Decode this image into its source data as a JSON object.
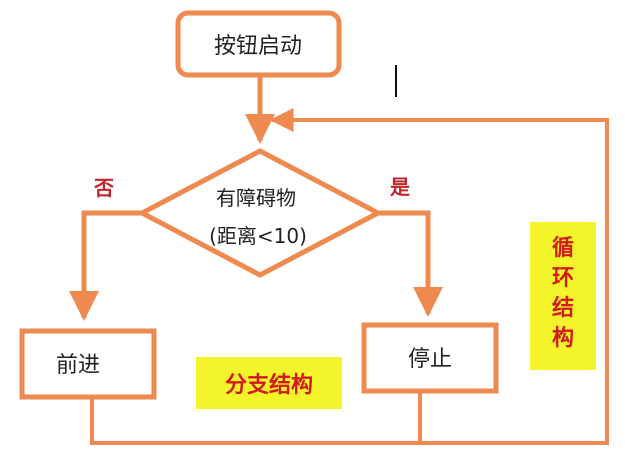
{
  "nodes": {
    "start": "按钮启动",
    "decision_line1": "有障碍物",
    "decision_line2": "(距离<10)",
    "forward": "前进",
    "stop": "停止"
  },
  "edge_labels": {
    "no": "否",
    "yes": "是"
  },
  "notes": {
    "branch_structure": "分支结构",
    "loop_chars": [
      "循",
      "环",
      "结",
      "构"
    ]
  },
  "colors": {
    "stroke": "#ee8a4f",
    "note_bg": "#f3f52a",
    "note_text": "#d11b1b",
    "edge_label": "#c0262a"
  }
}
